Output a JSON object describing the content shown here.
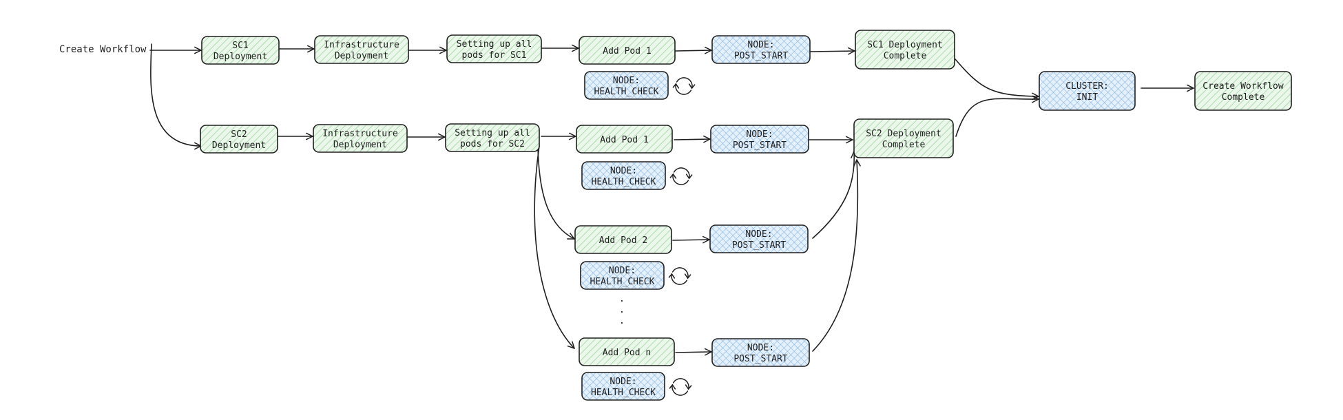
{
  "diagram": {
    "start_label": "Create Workflow",
    "colors": {
      "stroke": "#1e1e1e",
      "green_fill": "#eaf7ea",
      "green_hatch": "#9fd49f",
      "blue_fill": "#e4f0fb",
      "blue_hatch": "#8db8e3"
    },
    "nodes": [
      {
        "id": "sc1-deployment",
        "lines": [
          "SC1",
          "Deployment"
        ],
        "style": "green"
      },
      {
        "id": "sc1-infrastructure-deployment",
        "lines": [
          "Infrastructure",
          "Deployment"
        ],
        "style": "green"
      },
      {
        "id": "sc1-setting-up-pods",
        "lines": [
          "Setting up all",
          "pods for SC1"
        ],
        "style": "green"
      },
      {
        "id": "sc1-add-pod-1",
        "lines": [
          "Add Pod 1"
        ],
        "style": "green"
      },
      {
        "id": "sc1-node-post-start",
        "lines": [
          "NODE:",
          "POST_START"
        ],
        "style": "blue"
      },
      {
        "id": "sc1-node-health-check",
        "lines": [
          "NODE:",
          "HEALTH_CHECK"
        ],
        "style": "blue"
      },
      {
        "id": "sc1-deployment-complete",
        "lines": [
          "SC1 Deployment",
          "Complete"
        ],
        "style": "green"
      },
      {
        "id": "sc2-deployment",
        "lines": [
          "SC2",
          "Deployment"
        ],
        "style": "green"
      },
      {
        "id": "sc2-infrastructure-deployment",
        "lines": [
          "Infrastructure",
          "Deployment"
        ],
        "style": "green"
      },
      {
        "id": "sc2-setting-up-pods",
        "lines": [
          "Setting up all",
          "pods for SC2"
        ],
        "style": "green"
      },
      {
        "id": "sc2-add-pod-1",
        "lines": [
          "Add Pod 1"
        ],
        "style": "green"
      },
      {
        "id": "sc2-pod-1-node-post-start",
        "lines": [
          "NODE:",
          "POST_START"
        ],
        "style": "blue"
      },
      {
        "id": "sc2-pod-1-node-health-check",
        "lines": [
          "NODE:",
          "HEALTH_CHECK"
        ],
        "style": "blue"
      },
      {
        "id": "sc2-add-pod-2",
        "lines": [
          "Add Pod 2"
        ],
        "style": "green"
      },
      {
        "id": "sc2-pod-2-node-post-start",
        "lines": [
          "NODE:",
          "POST_START"
        ],
        "style": "blue"
      },
      {
        "id": "sc2-pod-2-node-health-check",
        "lines": [
          "NODE:",
          "HEALTH_CHECK"
        ],
        "style": "blue"
      },
      {
        "id": "sc2-add-pod-n",
        "lines": [
          "Add Pod n"
        ],
        "style": "green"
      },
      {
        "id": "sc2-pod-n-node-post-start",
        "lines": [
          "NODE:",
          "POST_START"
        ],
        "style": "blue"
      },
      {
        "id": "sc2-pod-n-node-health-check",
        "lines": [
          "NODE:",
          "HEALTH_CHECK"
        ],
        "style": "blue"
      },
      {
        "id": "sc2-deployment-complete",
        "lines": [
          "SC2 Deployment",
          "Complete"
        ],
        "style": "green"
      },
      {
        "id": "cluster-init",
        "lines": [
          "CLUSTER:",
          "INIT"
        ],
        "style": "blue"
      },
      {
        "id": "create-workflow-complete",
        "lines": [
          "Create Workflow",
          "Complete"
        ],
        "style": "green"
      }
    ],
    "edges": [
      {
        "from": "start",
        "to": "sc1-deployment"
      },
      {
        "from": "start",
        "to": "sc2-deployment"
      },
      {
        "from": "sc1-deployment",
        "to": "sc1-infrastructure-deployment"
      },
      {
        "from": "sc1-infrastructure-deployment",
        "to": "sc1-setting-up-pods"
      },
      {
        "from": "sc1-setting-up-pods",
        "to": "sc1-add-pod-1"
      },
      {
        "from": "sc1-add-pod-1",
        "to": "sc1-node-post-start"
      },
      {
        "from": "sc1-node-post-start",
        "to": "sc1-deployment-complete"
      },
      {
        "from": "sc1-deployment-complete",
        "to": "cluster-init"
      },
      {
        "from": "sc2-deployment",
        "to": "sc2-infrastructure-deployment"
      },
      {
        "from": "sc2-infrastructure-deployment",
        "to": "sc2-setting-up-pods"
      },
      {
        "from": "sc2-setting-up-pods",
        "to": "sc2-add-pod-1"
      },
      {
        "from": "sc2-setting-up-pods",
        "to": "sc2-add-pod-2"
      },
      {
        "from": "sc2-setting-up-pods",
        "to": "sc2-add-pod-n"
      },
      {
        "from": "sc2-add-pod-1",
        "to": "sc2-pod-1-node-post-start"
      },
      {
        "from": "sc2-add-pod-2",
        "to": "sc2-pod-2-node-post-start"
      },
      {
        "from": "sc2-add-pod-n",
        "to": "sc2-pod-n-node-post-start"
      },
      {
        "from": "sc2-pod-1-node-post-start",
        "to": "sc2-deployment-complete"
      },
      {
        "from": "sc2-pod-2-node-post-start",
        "to": "sc2-deployment-complete"
      },
      {
        "from": "sc2-pod-n-node-post-start",
        "to": "sc2-deployment-complete"
      },
      {
        "from": "sc2-deployment-complete",
        "to": "cluster-init"
      },
      {
        "from": "cluster-init",
        "to": "create-workflow-complete"
      }
    ],
    "retry_loop_icons": [
      {
        "attached_to": "sc1-node-health-check",
        "icon": "refresh-loop-icon"
      },
      {
        "attached_to": "sc2-pod-1-node-health-check",
        "icon": "refresh-loop-icon"
      },
      {
        "attached_to": "sc2-pod-2-node-health-check",
        "icon": "refresh-loop-icon"
      },
      {
        "attached_to": "sc2-pod-n-node-health-check",
        "icon": "refresh-loop-icon"
      }
    ],
    "ellipsis": "·"
  }
}
